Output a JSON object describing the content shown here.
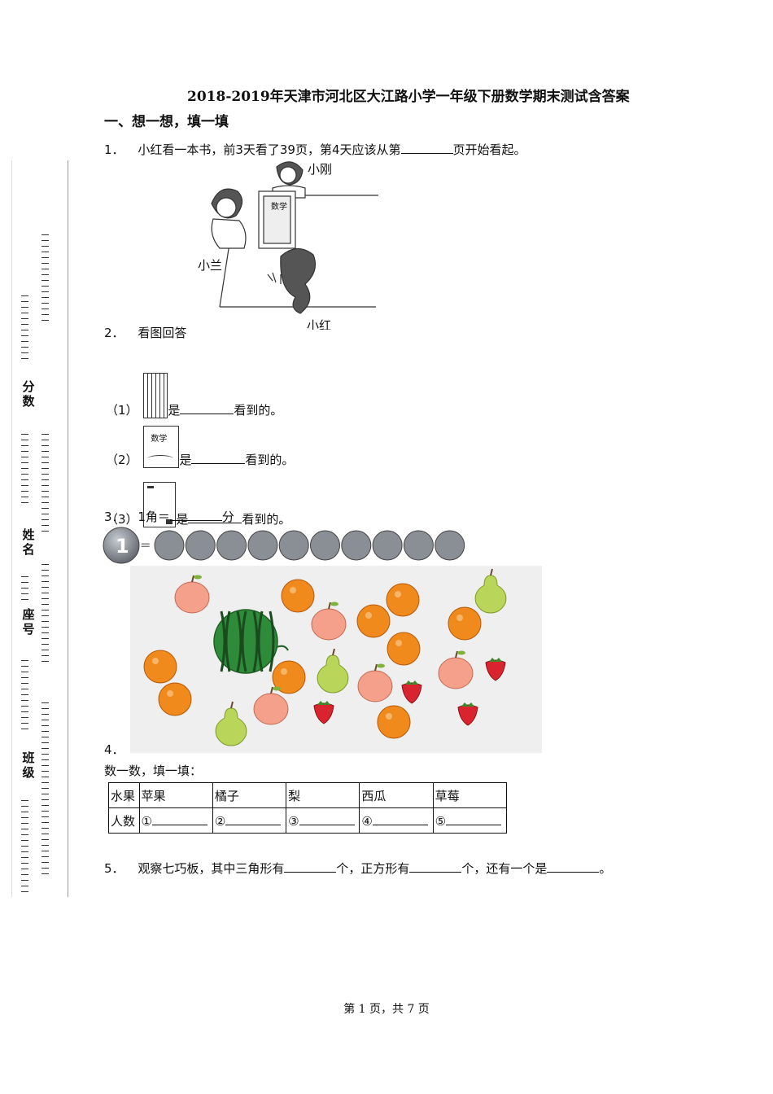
{
  "title": "2018-2019年天津市河北区大江路小学一年级下册数学期末测试含答案",
  "section1": "一、想一想，填一填",
  "q1": {
    "num": "1．",
    "text_before": "小红看一本书，前3天看了39页，第4天应该从第",
    "text_after": "页开始看起。",
    "labels": {
      "xiaogang": "小刚",
      "xiaolan": "小兰",
      "xiaohong": "小红",
      "book": "数学"
    }
  },
  "q2": {
    "num": "2．",
    "text": "看图回答",
    "items": [
      {
        "num": "（1）",
        "is": "是",
        "tail": "看到的。"
      },
      {
        "num": "（2）",
        "is": "是",
        "tail": "看到的。",
        "book": "数学"
      },
      {
        "num": "（3）",
        "is": "是",
        "tail": "看到的。"
      }
    ]
  },
  "q3": {
    "num": "3．",
    "text": "1角＝",
    "unit": "分",
    "eq": "=",
    "coin_big": "1",
    "coin_count": 10
  },
  "q4": {
    "num": "4．",
    "prompt": "数一数，填一填：",
    "table": {
      "header": [
        "水果",
        "苹果",
        "橘子",
        "梨",
        "西瓜",
        "草莓"
      ],
      "row": [
        "人数",
        "①",
        "②",
        "③",
        "④",
        "⑤"
      ]
    }
  },
  "q5": {
    "num": "5．",
    "t1": "观察七巧板，其中三角形有",
    "t2": "个，正方形有",
    "t3": "个，还有一个是",
    "t4": "。"
  },
  "sidebar": {
    "score": "分数",
    "name": "姓名",
    "seat": "座号",
    "class": "班级"
  },
  "footer": "第 1 页，共 7 页",
  "colors": {
    "orange": "#f08a1c",
    "apple": "#f4a08a",
    "pear": "#b9d65a",
    "watermelon": "#2e8b3a",
    "strawberry": "#d9232f",
    "panel": "#efefef",
    "coin": "#8a8f96"
  }
}
